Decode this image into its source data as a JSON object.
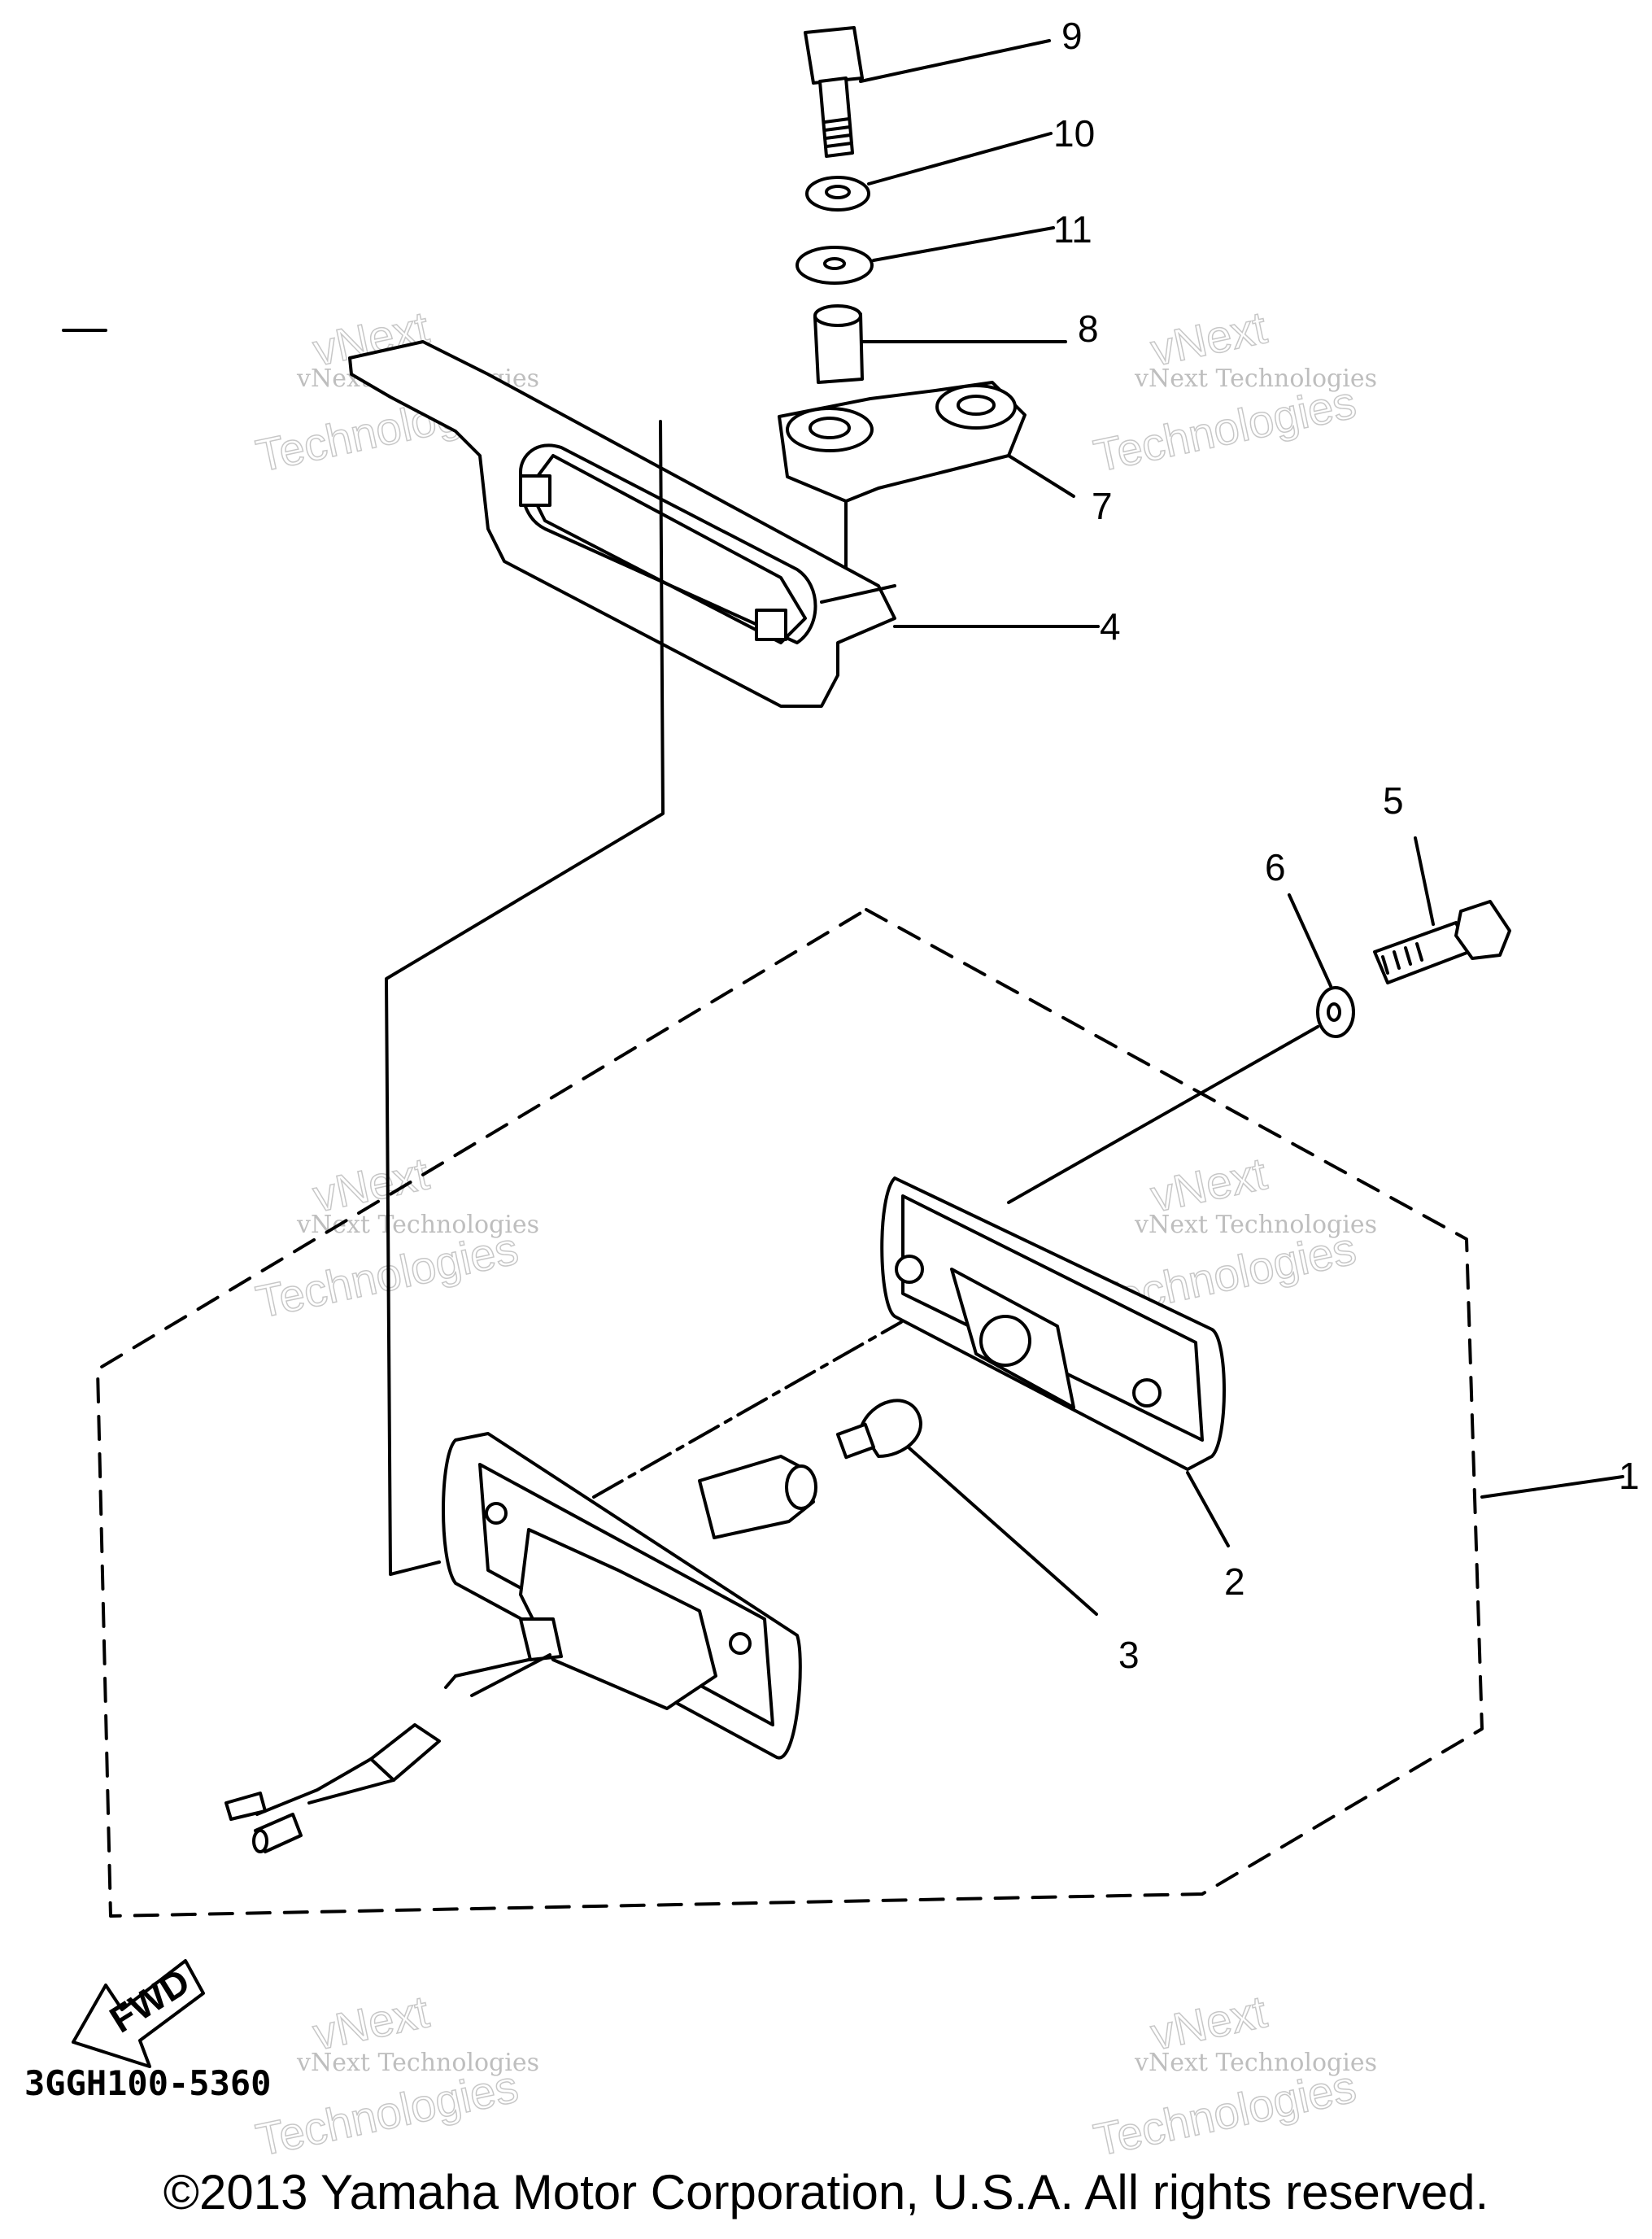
{
  "callouts": {
    "c1": "1",
    "c2": "2",
    "c3": "3",
    "c4": "4",
    "c5": "5",
    "c6": "6",
    "c7": "7",
    "c8": "8",
    "c9": "9",
    "c10": "10",
    "c11": "11"
  },
  "watermark": {
    "small": "vNext Technologies",
    "large_line1": "vNext",
    "large_line2": "Technologies"
  },
  "arrow_label": "FWD",
  "diagram_code": "3GGH100-5360",
  "copyright": "©2013 Yamaha Motor Corporation, U.S.A. All rights reserved.",
  "icons": {
    "direction": "fwd-arrow-icon"
  }
}
